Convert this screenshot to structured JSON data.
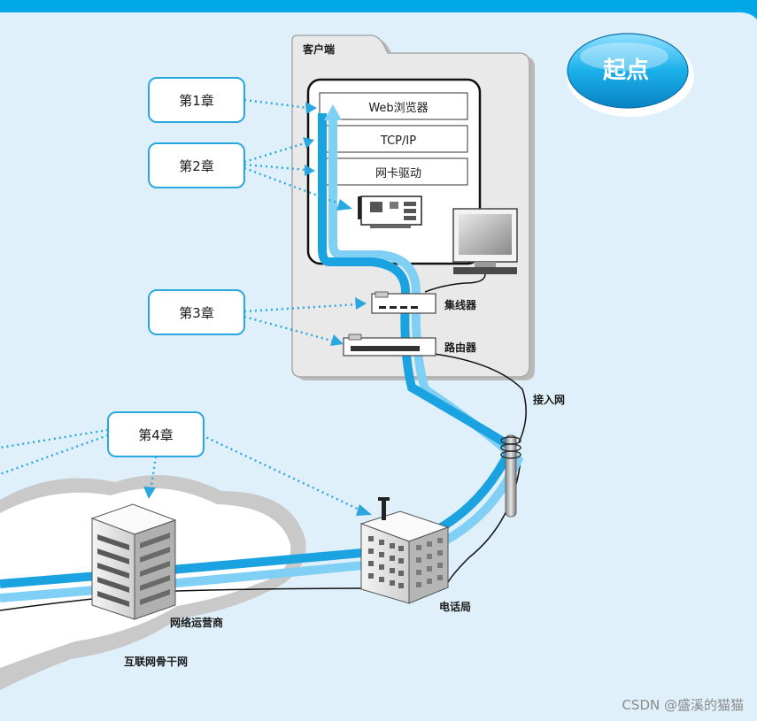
{
  "start_badge": "起点",
  "client": {
    "title": "客户端",
    "stack": [
      "Web浏览器",
      "TCP/IP",
      "网卡驱动"
    ]
  },
  "chapters": {
    "ch1": "第1章",
    "ch2": "第2章",
    "ch3": "第3章",
    "ch4": "第4章"
  },
  "devices": {
    "hub": "集线器",
    "router": "路由器",
    "access_net": "接入网",
    "phone_office": "电话局",
    "isp": "网络运营商",
    "backbone": "互联网骨干网"
  },
  "watermark": "CSDN @盛溪的猫猫",
  "colors": {
    "top_bar": "#00a8e8",
    "bg": "#dff0fa",
    "arrow_dark": "#1aa3e0",
    "arrow_light": "#7fd0f4",
    "chapter_border": "#29a7df"
  }
}
